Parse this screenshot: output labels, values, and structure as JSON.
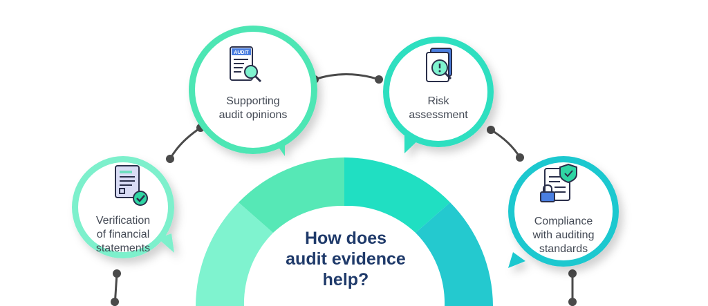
{
  "center": {
    "title_lines": [
      "How does",
      "audit evidence",
      "help?"
    ]
  },
  "items": [
    {
      "lines": [
        "Verification",
        "of financial",
        "statements"
      ],
      "icon": "document-check-icon",
      "color": "#7df0cc"
    },
    {
      "lines": [
        "Supporting",
        "audit opinions"
      ],
      "icon": "audit-magnifier-icon",
      "color": "#4de6b4"
    },
    {
      "lines": [
        "Risk",
        "assessment"
      ],
      "icon": "risk-document-icon",
      "color": "#2ddfc0"
    },
    {
      "lines": [
        "Compliance",
        "with auditing",
        "standards"
      ],
      "icon": "compliance-lock-shield-icon",
      "color": "#1fc8cf"
    }
  ],
  "colors": {
    "ring_segments": [
      "#7ff3cf",
      "#56e8b6",
      "#20dfc2",
      "#24c9cf"
    ],
    "connector": "#4a4a4a",
    "title": "#1f3a6a",
    "label": "#444a55"
  }
}
